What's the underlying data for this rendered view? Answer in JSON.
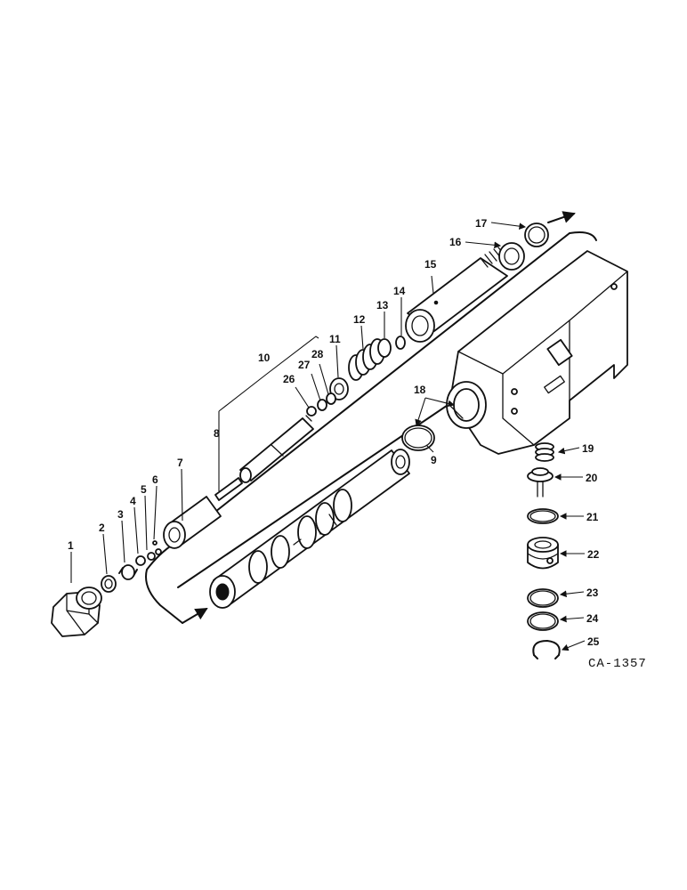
{
  "figure": {
    "id": "CA-1357",
    "callouts": [
      "1",
      "2",
      "3",
      "4",
      "5",
      "6",
      "7",
      "8",
      "9",
      "10",
      "11",
      "12",
      "13",
      "14",
      "15",
      "16",
      "17",
      "18",
      "19",
      "20",
      "21",
      "22",
      "23",
      "24",
      "25",
      "26",
      "27",
      "28"
    ]
  }
}
